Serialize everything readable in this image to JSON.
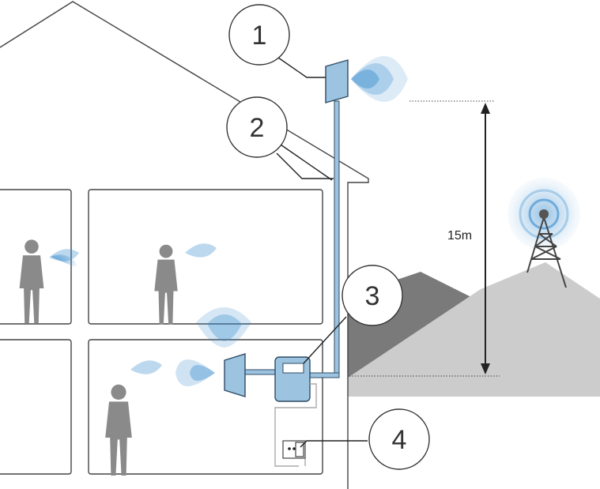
{
  "callouts": [
    {
      "number": "1",
      "target": "outdoor-antenna"
    },
    {
      "number": "2",
      "target": "coaxial-cable"
    },
    {
      "number": "3",
      "target": "signal-amplifier"
    },
    {
      "number": "4",
      "target": "power-supply"
    }
  ],
  "dimension": {
    "label": "15m"
  },
  "icons": [
    "person-icon",
    "antenna-icon",
    "signal-wave-icon",
    "amplifier-icon",
    "power-socket-icon",
    "cell-tower-icon"
  ],
  "colors": {
    "equipment": "#9cc3df",
    "equipment_stroke": "#2f4d66",
    "signal": "#3f8fcf",
    "mountain_dark": "#7a7a7a",
    "mountain_light": "#cccccc",
    "person": "#8a8a8a",
    "line": "#444444"
  }
}
